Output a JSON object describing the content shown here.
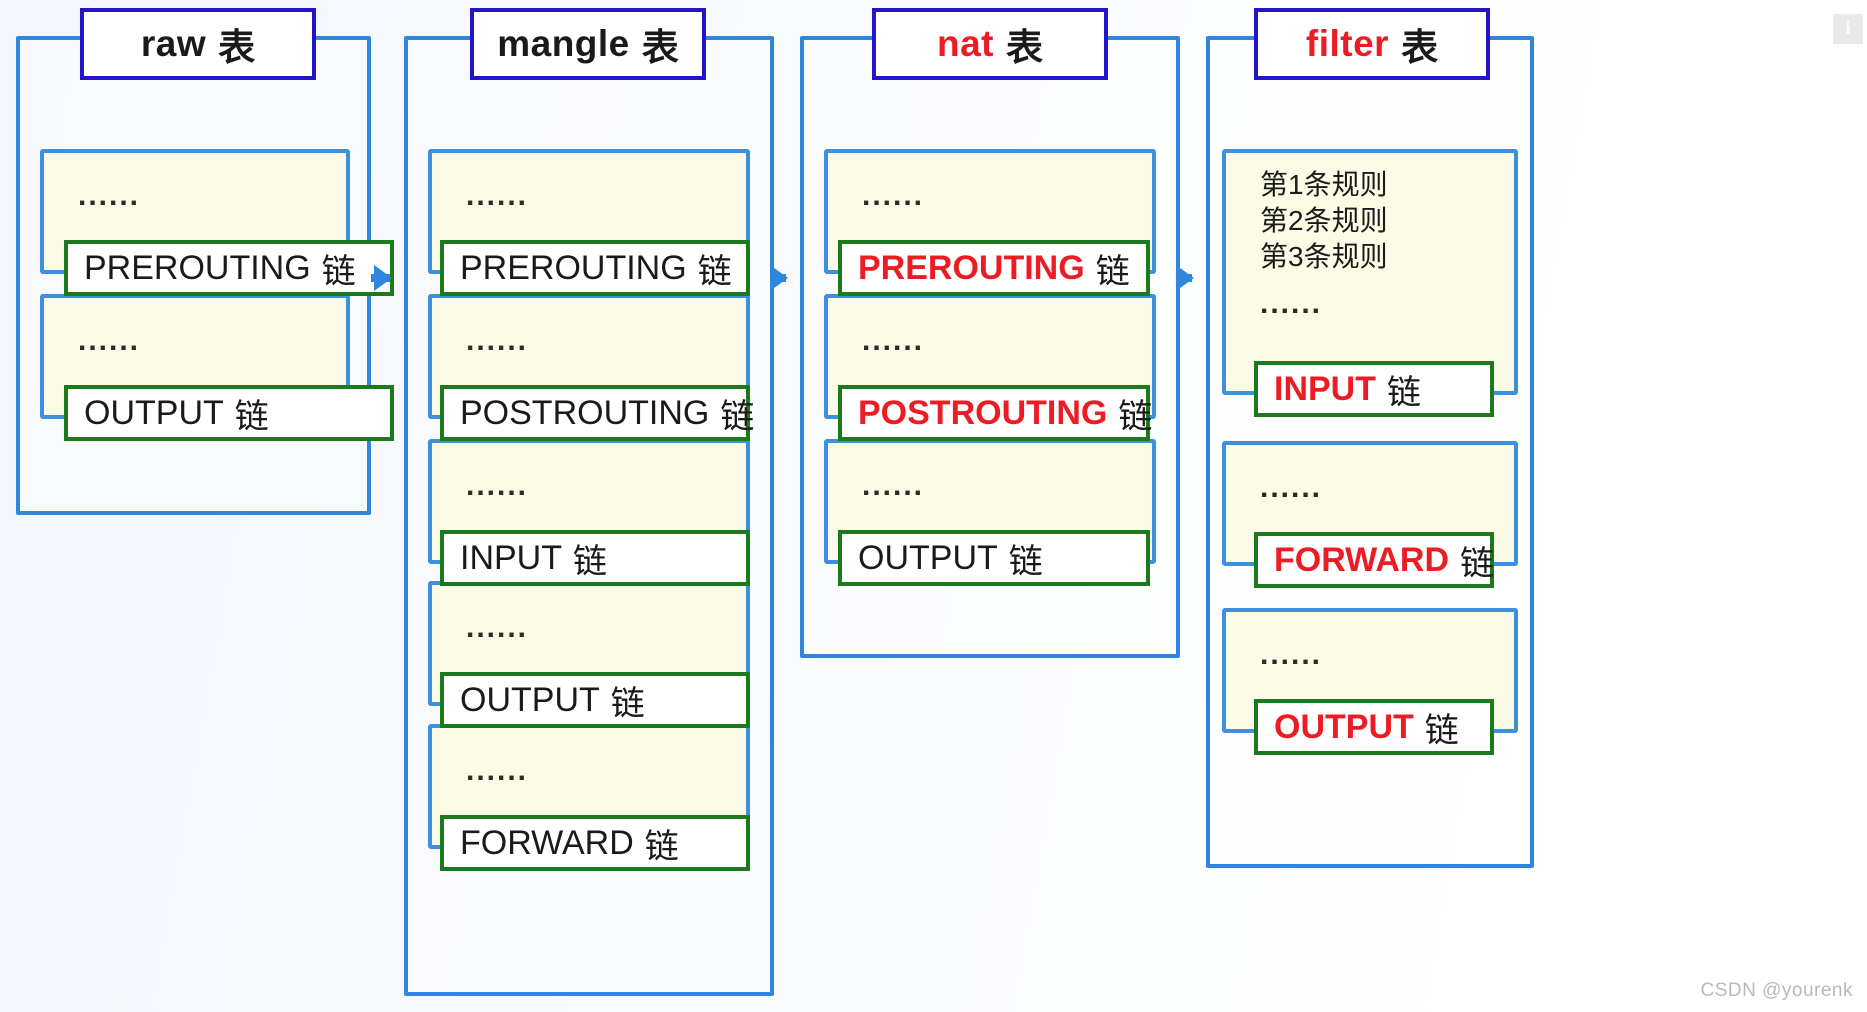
{
  "diagram": {
    "watermark": "CSDN @yourenk",
    "info_badge": "i",
    "ellipsis": "......",
    "chain_suffix": "链",
    "table_suffix": "表",
    "colors": {
      "outer_border_blue": "#2e86de",
      "title_border_blue": "#2314c8",
      "group_border_blue": "#3d8fe0",
      "chain_border_green": "#1b7a1b",
      "group_fill_cream": "#fbfbe6",
      "highlight_red": "#ec1c24",
      "text_black": "#1a1a1a"
    }
  },
  "tables": [
    {
      "id": "raw",
      "title_name": "raw",
      "title_suffix": "表",
      "title_color": "black",
      "chains": [
        {
          "name": "PREROUTING",
          "suffix": "链",
          "color": "black",
          "dots": "......",
          "rules": []
        },
        {
          "name": "OUTPUT",
          "suffix": "链",
          "color": "black",
          "dots": "......",
          "rules": []
        }
      ]
    },
    {
      "id": "mangle",
      "title_name": "mangle",
      "title_suffix": "表",
      "title_color": "black",
      "chains": [
        {
          "name": "PREROUTING",
          "suffix": "链",
          "color": "black",
          "dots": "......",
          "rules": []
        },
        {
          "name": "POSTROUTING",
          "suffix": "链",
          "color": "black",
          "dots": "......",
          "rules": []
        },
        {
          "name": "INPUT",
          "suffix": "链",
          "color": "black",
          "dots": "......",
          "rules": []
        },
        {
          "name": "OUTPUT",
          "suffix": "链",
          "color": "black",
          "dots": "......",
          "rules": []
        },
        {
          "name": "FORWARD",
          "suffix": "链",
          "color": "black",
          "dots": "......",
          "rules": []
        }
      ]
    },
    {
      "id": "nat",
      "title_name": "nat",
      "title_suffix": "表",
      "title_color": "red",
      "chains": [
        {
          "name": "PREROUTING",
          "suffix": "链",
          "color": "red",
          "dots": "......",
          "rules": []
        },
        {
          "name": "POSTROUTING",
          "suffix": "链",
          "color": "red",
          "dots": "......",
          "rules": []
        },
        {
          "name": "OUTPUT",
          "suffix": "链",
          "color": "black",
          "dots": "......",
          "rules": []
        }
      ]
    },
    {
      "id": "filter",
      "title_name": "filter",
      "title_suffix": "表",
      "title_color": "red",
      "chains": [
        {
          "name": "INPUT",
          "suffix": "链",
          "color": "red",
          "dots": "......",
          "rules": [
            "第1条规则",
            "第2条规则",
            "第3条规则"
          ]
        },
        {
          "name": "FORWARD",
          "suffix": "链",
          "color": "red",
          "dots": "......",
          "rules": []
        },
        {
          "name": "OUTPUT",
          "suffix": "链",
          "color": "red",
          "dots": "......",
          "rules": []
        }
      ]
    }
  ],
  "arrows": [
    {
      "from": "raw",
      "to": "mangle"
    },
    {
      "from": "mangle",
      "to": "nat"
    },
    {
      "from": "nat",
      "to": "filter"
    }
  ]
}
